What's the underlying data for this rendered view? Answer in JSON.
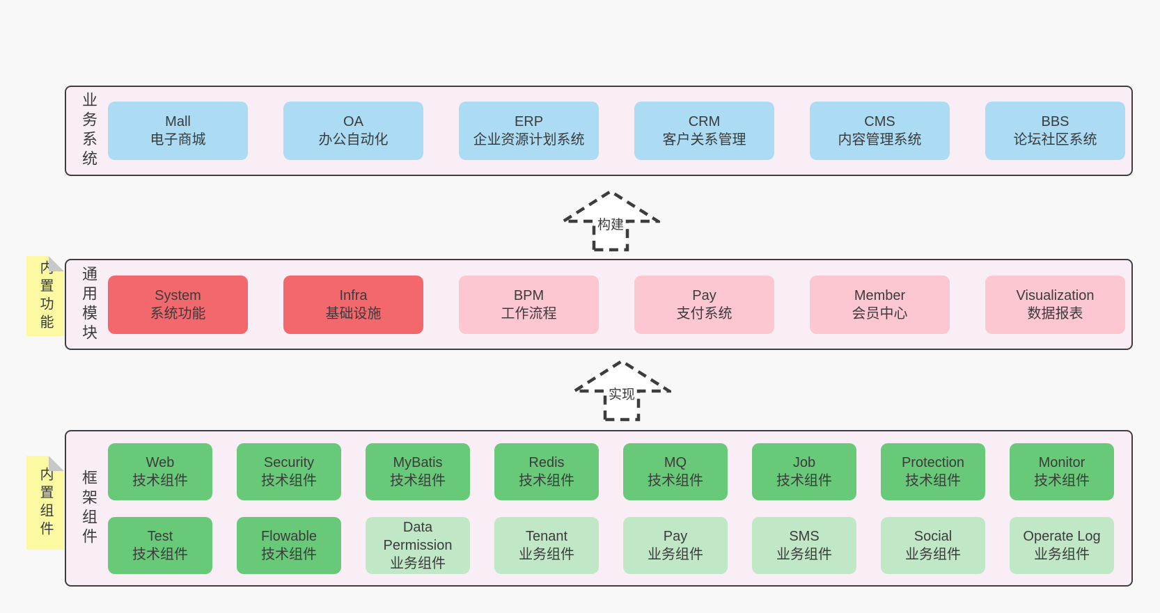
{
  "colors": {
    "page_bg": "#f8f8f8",
    "layer_bg": "#f9edf6",
    "layer_border": "#3e3e3e",
    "text": "#3b3b3b",
    "blue": "#abdcf4",
    "red": "#f2686c",
    "pink": "#fdc7d2",
    "green": "#68ca79",
    "light_green": "#c0e8c7",
    "tag_yellow": "#fbf9a2",
    "tag_fold": "#c8c8c8",
    "arrow_fill": "#ffffff",
    "arrow_stroke": "#3d3d3d"
  },
  "layers": [
    {
      "id": "business-systems",
      "label": "业务系统",
      "rows": [
        [
          {
            "name": "Mall",
            "desc": "电子商城",
            "variant": "blue"
          },
          {
            "name": "OA",
            "desc": "办公自动化",
            "variant": "blue"
          },
          {
            "name": "ERP",
            "desc": "企业资源计划系统",
            "variant": "blue"
          },
          {
            "name": "CRM",
            "desc": "客户关系管理",
            "variant": "blue"
          },
          {
            "name": "CMS",
            "desc": "内容管理系统",
            "variant": "blue"
          },
          {
            "name": "BBS",
            "desc": "论坛社区系统",
            "variant": "blue"
          }
        ]
      ]
    },
    {
      "id": "common-modules",
      "label": "通用模块",
      "tag": "内置功能",
      "rows": [
        [
          {
            "name": "System",
            "desc": "系统功能",
            "variant": "red"
          },
          {
            "name": "Infra",
            "desc": "基础设施",
            "variant": "red"
          },
          {
            "name": "BPM",
            "desc": "工作流程",
            "variant": "pink"
          },
          {
            "name": "Pay",
            "desc": "支付系统",
            "variant": "pink"
          },
          {
            "name": "Member",
            "desc": "会员中心",
            "variant": "pink"
          },
          {
            "name": "Visualization",
            "desc": "数据报表",
            "variant": "pink"
          }
        ]
      ]
    },
    {
      "id": "framework-components",
      "label": "框架组件",
      "tag": "内置组件",
      "rows": [
        [
          {
            "name": "Web",
            "desc": "技术组件",
            "variant": "green"
          },
          {
            "name": "Security",
            "desc": "技术组件",
            "variant": "green"
          },
          {
            "name": "MyBatis",
            "desc": "技术组件",
            "variant": "green"
          },
          {
            "name": "Redis",
            "desc": "技术组件",
            "variant": "green"
          },
          {
            "name": "MQ",
            "desc": "技术组件",
            "variant": "green"
          },
          {
            "name": "Job",
            "desc": "技术组件",
            "variant": "green"
          },
          {
            "name": "Protection",
            "desc": "技术组件",
            "variant": "green"
          },
          {
            "name": "Monitor",
            "desc": "技术组件",
            "variant": "green"
          }
        ],
        [
          {
            "name": "Test",
            "desc": "技术组件",
            "variant": "green"
          },
          {
            "name": "Flowable",
            "desc": "技术组件",
            "variant": "green"
          },
          {
            "name": "Data Permission",
            "desc": "业务组件",
            "variant": "light_green"
          },
          {
            "name": "Tenant",
            "desc": "业务组件",
            "variant": "light_green"
          },
          {
            "name": "Pay",
            "desc": "业务组件",
            "variant": "light_green"
          },
          {
            "name": "SMS",
            "desc": "业务组件",
            "variant": "light_green"
          },
          {
            "name": "Social",
            "desc": "业务组件",
            "variant": "light_green"
          },
          {
            "name": "Operate Log",
            "desc": "业务组件",
            "variant": "light_green"
          }
        ]
      ]
    }
  ],
  "arrows": [
    {
      "label": "构建"
    },
    {
      "label": "实现"
    }
  ]
}
